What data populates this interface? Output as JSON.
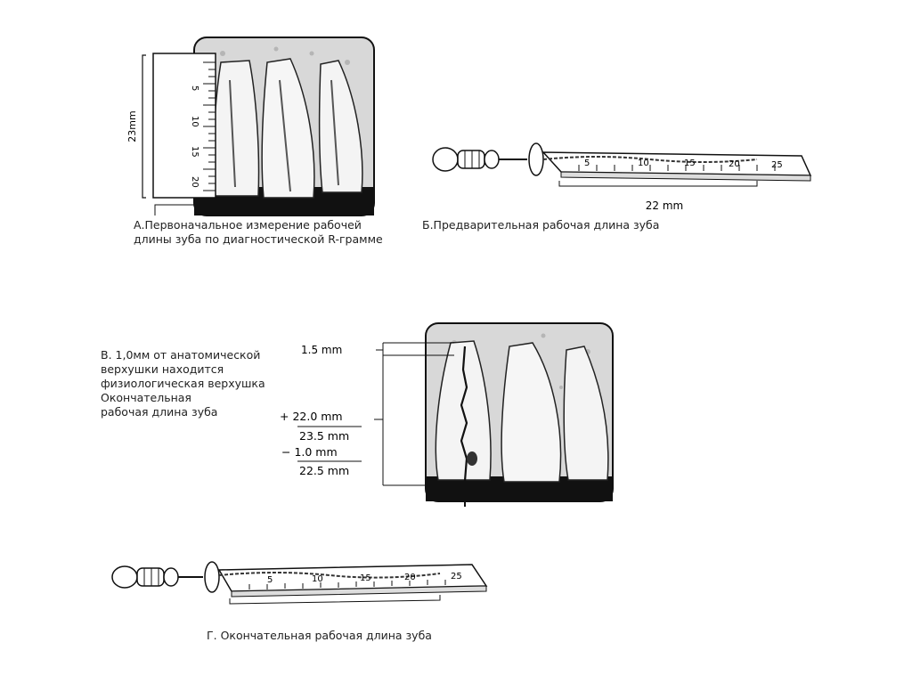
{
  "figure_a": {
    "label_23mm": "23mm",
    "ruler_ticks": [
      "5",
      "10",
      "15",
      "20"
    ],
    "caption_lines": [
      "А.Первоначальное измерение рабочей",
      "длины зуба по диагностической R-грамме"
    ]
  },
  "figure_b": {
    "ruler_ticks": [
      "5",
      "10",
      "15",
      "20",
      "25"
    ],
    "label_22mm": "22 mm",
    "caption": "Б.Предварительная рабочая длина зуба"
  },
  "figure_c": {
    "caption_lines": [
      "В. 1,0мм от анатомической",
      "верхушки находится",
      "физиологическая верхушка",
      "Окончательная",
      "рабочая длина зуба"
    ],
    "calc": {
      "top": "1.5 mm",
      "plus": "+ 22.0 mm",
      "sum": "23.5 mm",
      "minus": "− 1.0 mm",
      "result": "22.5 mm"
    }
  },
  "figure_d": {
    "ruler_ticks": [
      "5",
      "10",
      "15",
      "20",
      "25"
    ],
    "caption": "Г. Окончательная рабочая длина зуба"
  },
  "colors": {
    "ink": "#1a1a1a",
    "paper": "#ffffff"
  }
}
